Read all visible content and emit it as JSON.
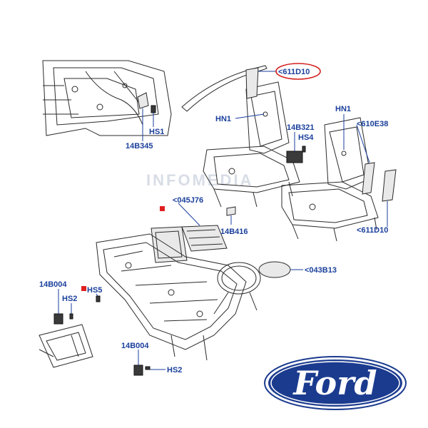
{
  "watermark": "INFOMEDIA",
  "logo": {
    "text": "Ford",
    "color": "#1b3b8f"
  },
  "colors": {
    "label": "#1a3f9c",
    "highlight": "#d41f1f",
    "marker": "#e02020"
  },
  "labels": {
    "p611d10_top": "<611D10",
    "hs1": "HS1",
    "p14b345": "14B345",
    "hn1_center": "HN1",
    "p14b321": "14B321",
    "hs4": "HS4",
    "hn1_right": "HN1",
    "p610e38": "<610E38",
    "p045j76": "<045J76",
    "p14b416": "14B416",
    "p611d10_right": "<611D10",
    "p043b13": "<043B13",
    "p14b004_left": "14B004",
    "hs2_left": "HS2",
    "hs5": "HS5",
    "p14b004_bottom": "14B004",
    "hs2_bottom": "HS2"
  }
}
